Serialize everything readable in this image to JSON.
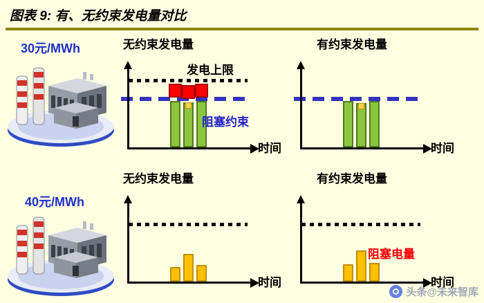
{
  "header": {
    "title": "图表 9: 有、无约束发电量对比"
  },
  "plants": [
    {
      "price": "30元/MWh"
    },
    {
      "price": "40元/MWh"
    }
  ],
  "watermark": {
    "text": "头条@未来智库"
  },
  "colors": {
    "background": "#FFFFE2",
    "title_rule": "#8F8A00",
    "price_text": "#1F2FC8",
    "green_bar": "#8CC63F",
    "red_block": "#FE0000",
    "yellow_bar": "#FFC000",
    "dashed_line": "#3333BF",
    "dotted_line": "#000000",
    "constraint_text": "#2222CC",
    "congestion_text": "#FB0207"
  },
  "chart_data": [
    {
      "id": "unconstrained-30",
      "type": "bar",
      "title": "无约束发电量",
      "xlabel": "时间",
      "ylim": [
        0,
        100
      ],
      "bar_color": "green",
      "cap_label": "发电上限",
      "lines": [
        {
          "label": "发电上限",
          "style": "dotted",
          "color": "#000000",
          "value": 82
        },
        {
          "label": "阻塞约束",
          "style": "dashed",
          "color": "#3333BF",
          "value": 59
        }
      ],
      "bars": [
        {
          "total": 78,
          "green": 57,
          "red": 21
        },
        {
          "total": 78,
          "green": 55,
          "red": 21,
          "marker": "yellow"
        },
        {
          "total": 78,
          "green": 57,
          "red": 21
        }
      ],
      "annotation": {
        "text": "阻塞约束",
        "color": "#2222CC"
      }
    },
    {
      "id": "constrained-30",
      "type": "bar",
      "title": "有约束发电量",
      "xlabel": "时间",
      "ylim": [
        0,
        100
      ],
      "bar_color": "green",
      "lines": [
        {
          "label": "",
          "style": "dashed",
          "color": "#3333BF",
          "value": 59
        }
      ],
      "bars": [
        {
          "total": 57,
          "green": 57
        },
        {
          "total": 54,
          "green": 54,
          "marker": "yellow"
        },
        {
          "total": 57,
          "green": 57
        }
      ]
    },
    {
      "id": "unconstrained-40",
      "type": "bar",
      "title": "无约束发电量",
      "xlabel": "时间",
      "ylim": [
        0,
        100
      ],
      "bar_color": "yellow",
      "lines": [
        {
          "label": "",
          "style": "dotted",
          "color": "#000000",
          "value": 70
        }
      ],
      "bars": [
        {
          "total": 18
        },
        {
          "total": 34
        },
        {
          "total": 20
        }
      ]
    },
    {
      "id": "constrained-40",
      "type": "bar",
      "title": "有约束发电量",
      "xlabel": "时间",
      "ylim": [
        0,
        100
      ],
      "bar_color": "yellow",
      "lines": [
        {
          "label": "",
          "style": "dotted",
          "color": "#000000",
          "value": 70
        }
      ],
      "bars": [
        {
          "total": 21
        },
        {
          "total": 38
        },
        {
          "total": 23
        }
      ],
      "annotation": {
        "text": "阻塞电量",
        "color": "#FB0207"
      }
    }
  ]
}
